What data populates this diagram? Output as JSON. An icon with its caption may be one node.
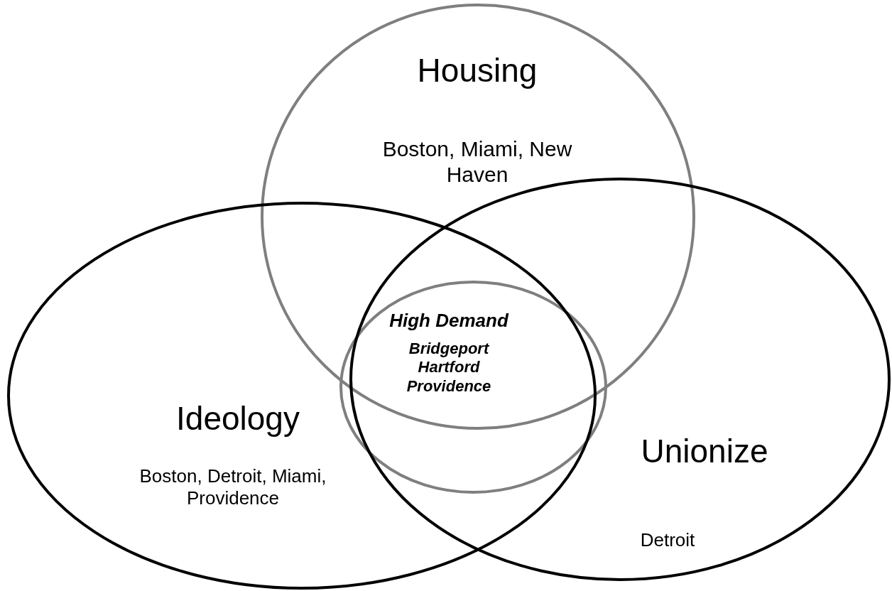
{
  "diagram": {
    "nodes": [
      {
        "text": [
          "Housing",
          "Boston, Miami, New Haven"
        ]
      },
      {
        "text": [
          "High Demand",
          "Bridgeport Hartford Providence"
        ]
      },
      {
        "text": [
          "Ideology",
          "Boston, Detroit, Miami, Providence"
        ]
      },
      {
        "text": [
          "Unionize",
          "Detroit"
        ]
      }
    ]
  }
}
